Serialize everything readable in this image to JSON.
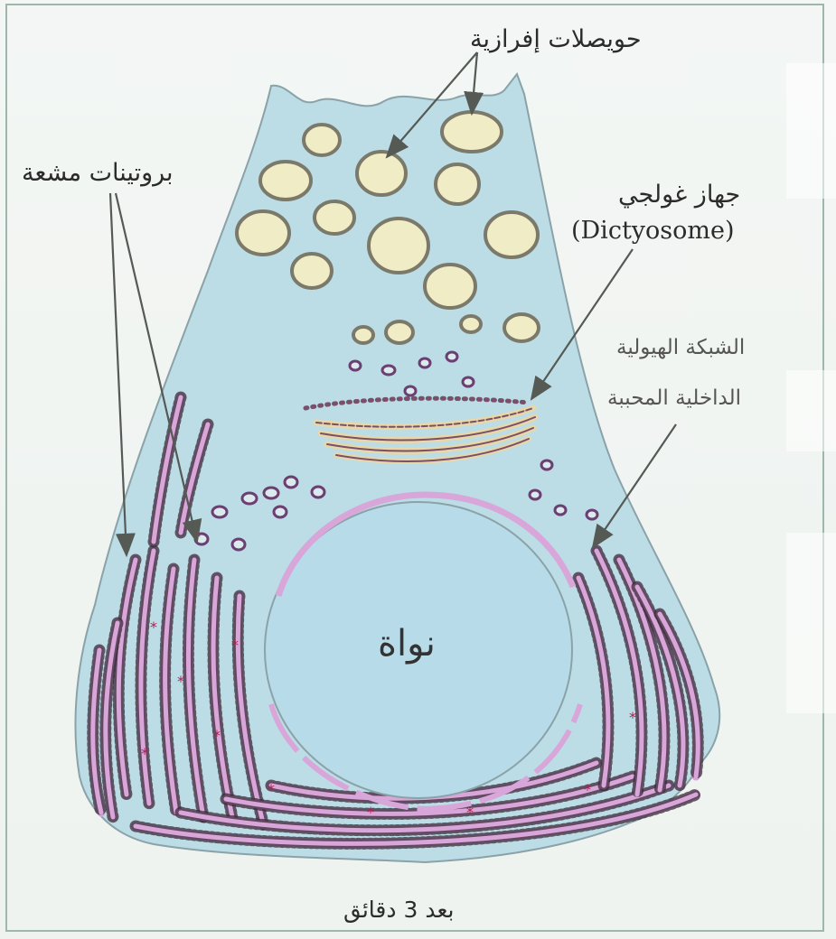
{
  "labels": {
    "secretory_vesicles": "حويصلات إفرازية",
    "radioactive_proteins": "بروتينات مشعة",
    "golgi": "جهاز غولجي",
    "golgi_latin": "(Dictyosome)",
    "rough_er_line1": "الشبكة الهيولية",
    "rough_er_line2": "الداخلية المحببة",
    "nucleus": "نواة",
    "caption": "بعد 3 دقائق"
  },
  "colors": {
    "cytoplasm": "#bcdde6",
    "cell_outline": "#8aa2a8",
    "nucleus": "#b7dbe8",
    "vesicle_fill": "#f0ecc6",
    "vesicle_stroke": "#7b7a6a",
    "er": "#d8a6d8",
    "er_stroke": "#6b3f72",
    "ribosome": "#3b2a3a",
    "golgi_fill": "#e8d7a7",
    "golgi_stroke": "#7a4f6a",
    "arrow": "#555a55"
  }
}
